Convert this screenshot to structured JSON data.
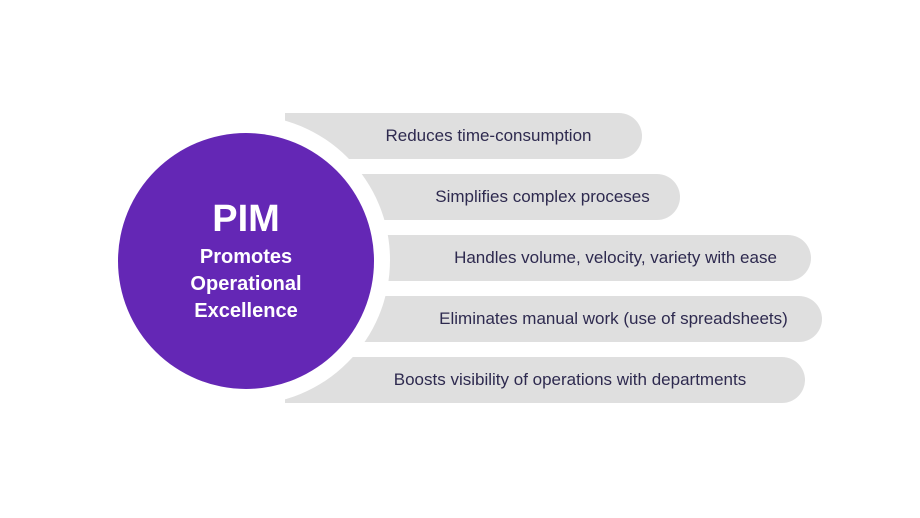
{
  "center": {
    "title": "PIM",
    "subtitle_lines": [
      "Promotes",
      "Operational",
      "Excellence"
    ]
  },
  "benefits": [
    {
      "label": "Reduces time-consumption"
    },
    {
      "label": "Simplifies complex proceses"
    },
    {
      "label": "Handles volume, velocity, variety with ease"
    },
    {
      "label": "Eliminates manual work (use of spreadsheets)"
    },
    {
      "label": "Boosts visibility of operations with departments"
    }
  ],
  "colors": {
    "circle": "#6427b5",
    "band": "#dfdfdf",
    "band_text": "#2e2a4f",
    "circle_text": "#ffffff"
  }
}
